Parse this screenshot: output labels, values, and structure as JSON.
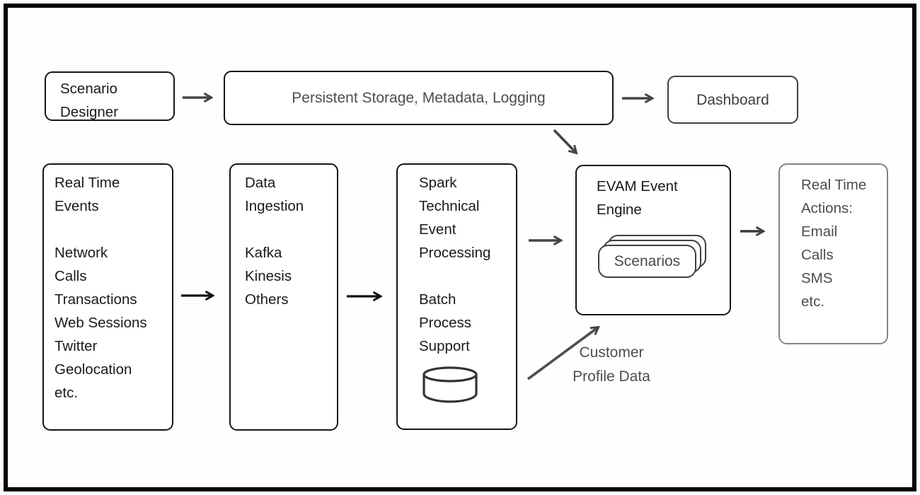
{
  "colors": {
    "frame": "#000000",
    "node_border_black": "#161616",
    "node_border_gray": "#3f3f3f",
    "node_border_light": "#848484",
    "text_black": "#1a1a1a",
    "text_gray": "#4d4d4d",
    "arrow_black": "#111111",
    "arrow_gray": "#444444"
  },
  "nodes": {
    "scenario_designer": {
      "label": "Scenario\nDesigner"
    },
    "persistent_storage": {
      "label": "Persistent Storage, Metadata, Logging"
    },
    "dashboard": {
      "label": "Dashboard"
    },
    "real_time_events": {
      "title": "Real Time\nEvents",
      "items": [
        "Network",
        "Calls",
        "Transactions",
        "Web Sessions",
        "Twitter",
        "Geolocation",
        "etc."
      ]
    },
    "data_ingestion": {
      "title": "Data\nIngestion",
      "items": [
        "Kafka",
        "Kinesis",
        "Others"
      ]
    },
    "spark": {
      "title": "Spark\nTechnical\nEvent\nProcessing",
      "subtitle": "Batch\nProcess\nSupport",
      "icon": "database-cylinder-icon"
    },
    "evam_engine": {
      "title": "EVAM Event\nEngine",
      "card_label": "Scenarios"
    },
    "real_time_actions": {
      "title": "Real Time\nActions:",
      "items": [
        "Email",
        "Calls",
        "SMS",
        "etc."
      ]
    }
  },
  "annotations": {
    "customer_profile_data": "Customer\nProfile Data"
  }
}
